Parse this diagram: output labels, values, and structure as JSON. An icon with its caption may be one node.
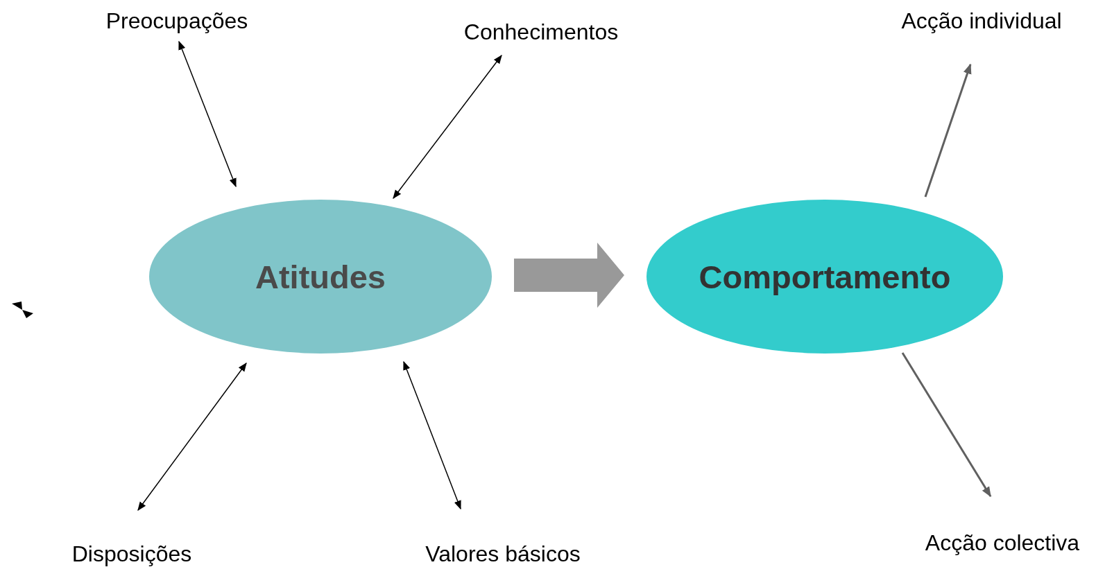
{
  "diagram": {
    "nodes": [
      {
        "text": [
          "Atitudes"
        ]
      },
      {
        "text": [
          "Comportamento"
        ]
      },
      {
        "text": [
          "Preocupações"
        ]
      },
      {
        "text": [
          "Conhecimentos"
        ]
      },
      {
        "text": [
          "Disposições"
        ]
      },
      {
        "text": [
          "Valores básicos"
        ]
      },
      {
        "text": [
          "Acção individual"
        ]
      },
      {
        "text": [
          "Acção colectiva"
        ]
      }
    ],
    "edges": [
      {
        "from": 0,
        "to": 1,
        "arrow": "to",
        "style": "thick",
        "color": "#999999"
      },
      {
        "from": 0,
        "to": 2,
        "arrow": "both"
      },
      {
        "from": 0,
        "to": 3,
        "arrow": "both"
      },
      {
        "from": 0,
        "to": 4,
        "arrow": "both"
      },
      {
        "from": 0,
        "to": 5,
        "arrow": "both"
      },
      {
        "from": 1,
        "to": 6,
        "arrow": "to",
        "color": "#606060"
      },
      {
        "from": 1,
        "to": 7,
        "arrow": "to",
        "color": "#606060"
      }
    ]
  }
}
